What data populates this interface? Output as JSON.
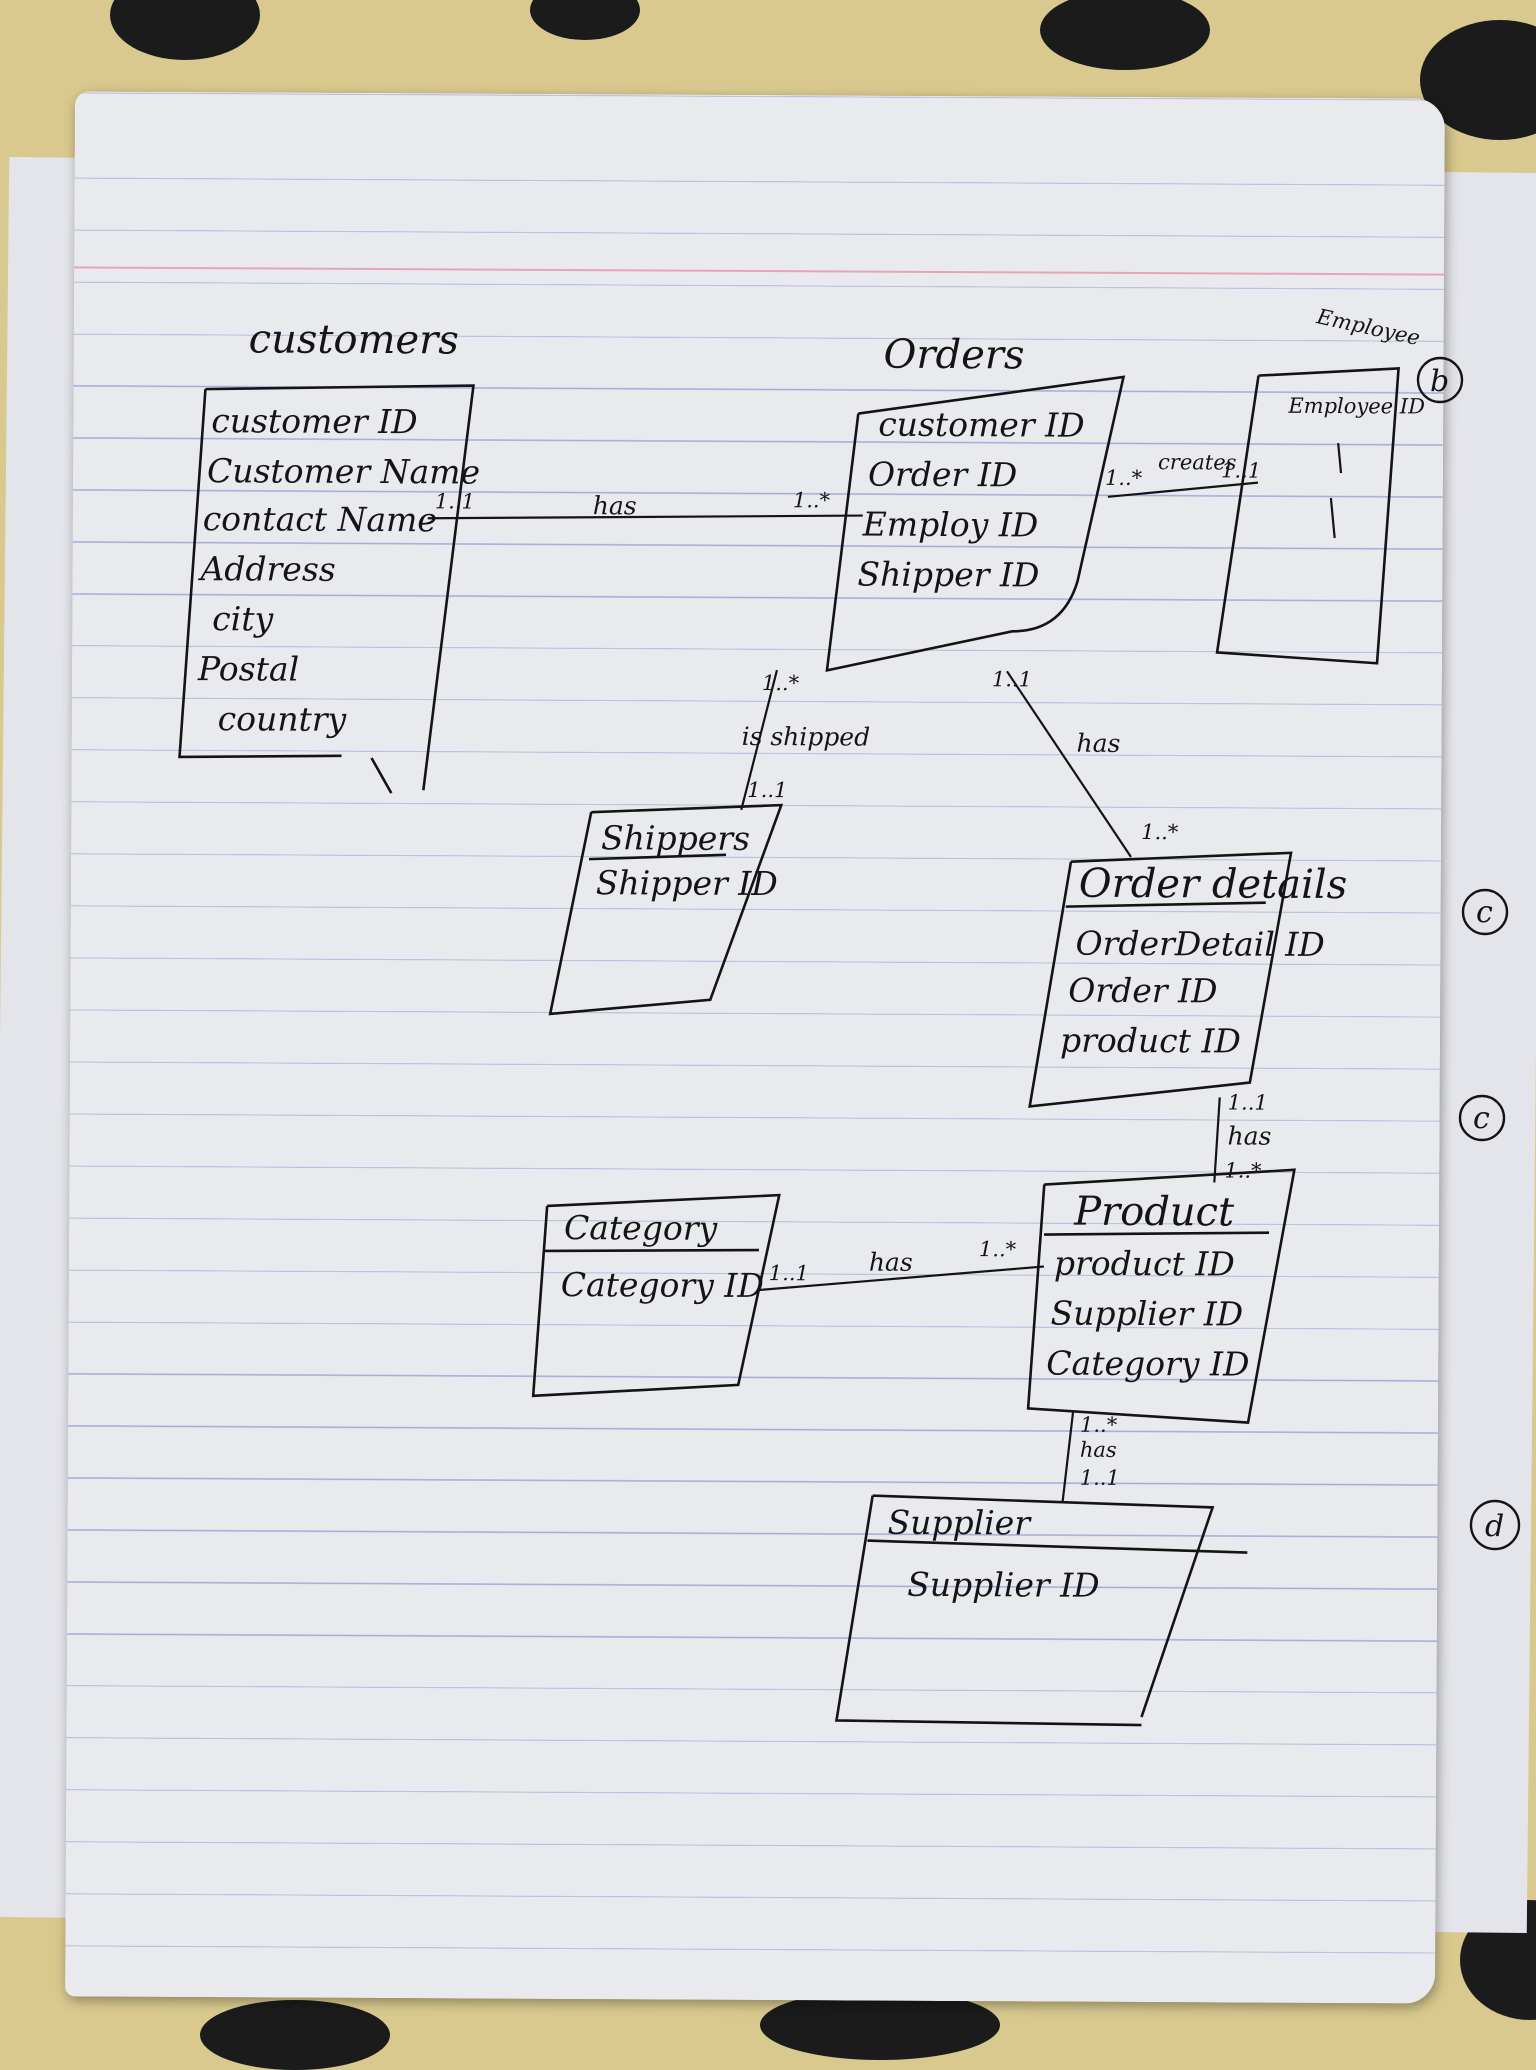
{
  "entities": {
    "customers": {
      "title": "customers",
      "attributes": [
        "customer ID",
        "Customer Name",
        "contact Name",
        "Address",
        "city",
        "Postal",
        "country"
      ]
    },
    "orders": {
      "title": "Orders",
      "attributes": [
        "customer ID",
        "Order ID",
        "Employ ID",
        "Shipper ID"
      ]
    },
    "employee": {
      "title": "Employee",
      "attributes": [
        "Employee ID"
      ]
    },
    "shippers": {
      "title": "Shippers",
      "attributes": [
        "Shipper ID"
      ]
    },
    "order_details": {
      "title": "Order details",
      "attributes": [
        "OrderDetail ID",
        "Order ID",
        "product ID"
      ]
    },
    "product": {
      "title": "Product",
      "attributes": [
        "product ID",
        "Supplier ID",
        "Category ID"
      ]
    },
    "category": {
      "title": "Category",
      "attributes": [
        "Category ID"
      ]
    },
    "supplier": {
      "title": "Supplier",
      "attributes": [
        "Supplier ID"
      ]
    }
  },
  "relationships": {
    "customers_orders": {
      "label": "has",
      "card_a": "1..1",
      "card_b": "1..*"
    },
    "orders_employee": {
      "label": "creates",
      "card_a": "1..*",
      "card_b": "1..1"
    },
    "orders_shippers": {
      "label": "is shipped",
      "card_a": "1..*",
      "card_b": "1..1"
    },
    "orders_orderdetails": {
      "label": "has",
      "card_a": "1..1",
      "card_b": "1..*"
    },
    "orderdetails_product": {
      "label": "has",
      "card_a": "1..1",
      "card_b": "1..*"
    },
    "category_product": {
      "label": "has",
      "card_a": "1..1",
      "card_b": "1..*"
    },
    "product_supplier": {
      "label": "has",
      "card_a": "1..*",
      "card_b": "1..1"
    }
  },
  "margin_marks": [
    "b",
    "c",
    "c",
    "d"
  ]
}
